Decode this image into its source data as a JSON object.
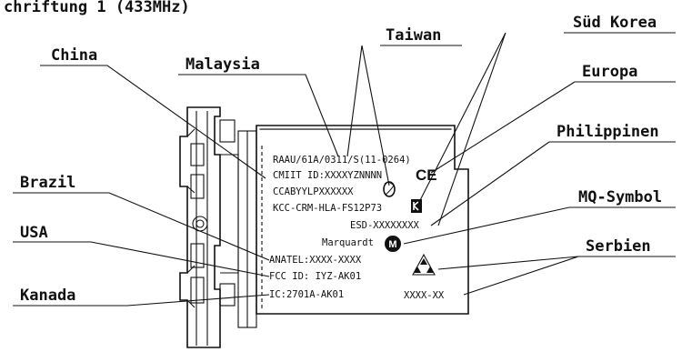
{
  "header_fragment": "chriftung 1 (433MHz)",
  "callouts": {
    "china": "China",
    "malaysia": "Malaysia",
    "taiwan": "Taiwan",
    "sued_korea": "Süd Korea",
    "europa": "Europa",
    "philippinen": "Philippinen",
    "mq_symbol": "MQ-Symbol",
    "brazil": "Brazil",
    "usa": "USA",
    "serbien": "Serbien",
    "kanada": "Kanada"
  },
  "label_lines": {
    "malaysia_taiwan": "RAAU/61A/0311/S(11-0264)",
    "cmiit": "CMIIT ID:XXXXYZNNNN",
    "taiwan_code": "CCABYYLPXXXXXX",
    "kcc": "KCC-CRM-HLA-FS12P73",
    "esd": "ESD-XXXXXXXX",
    "maker": "Marquardt",
    "anatel": "ANATEL:XXXX-XXXX",
    "fcc": "FCC ID: IYZ-AK01",
    "ic": "IC:2701A-AK01",
    "serbia_code": "XXXX-XX"
  },
  "marks": {
    "ce": "CE",
    "mq": "M"
  },
  "colors": {
    "ink": "#111111",
    "background": "#ffffff"
  }
}
